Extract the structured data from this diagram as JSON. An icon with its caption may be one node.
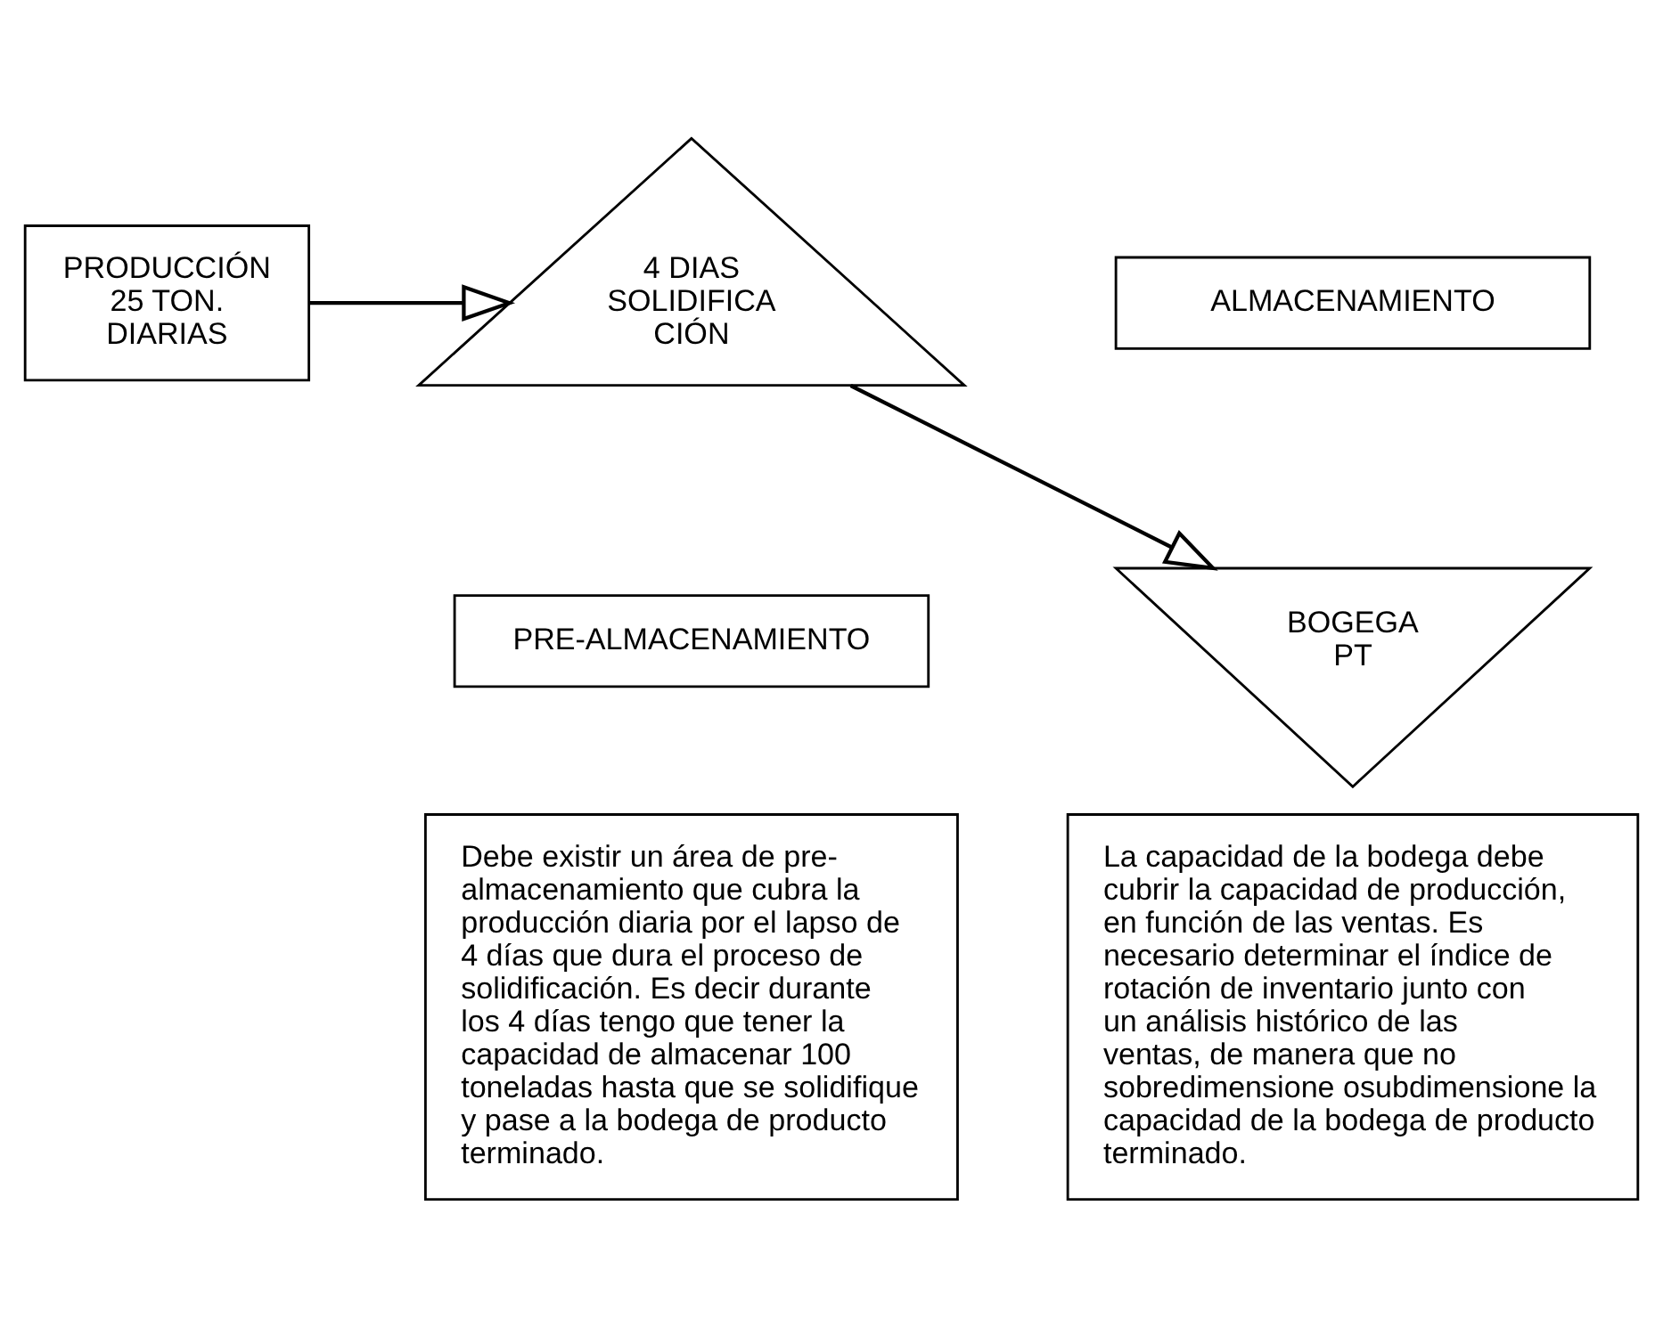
{
  "diagram": {
    "nodes": [
      {
        "text": [
          "PRODUCCIÓN 25 TON. DIARIAS"
        ]
      },
      {
        "text": [
          "4 DIAS SOLIDIFICA CIÓN"
        ]
      },
      {
        "text": [
          "PRE-ALMACENAMIENTO"
        ]
      },
      {
        "text": [
          "Debe existir un área de pre-almacenamiento que cubra la producción diaria por el lapso de 4 días que dura el proceso de solidificación. Es decir durante los 4 días tengo que tener la capacidad de almacenar 100 toneladas hasta que se solidifique y pase a la bodega de producto terminado."
        ]
      },
      {
        "text": [
          "ALMACENAMIENTO"
        ]
      },
      {
        "text": [
          "BOGEGA PT"
        ]
      },
      {
        "text": [
          "La capacidad de la bodega debe cubrir la capacidad de producción, en función de las ventas. Es necesario determinar el índice de rotación de inventario junto con un análisis histórico de las ventas, de manera que no sobredimensione osubdimensione la capacidad de la bodega de producto terminado."
        ]
      }
    ],
    "edges": [
      {
        "from": 0,
        "to": 1,
        "arrow": "to"
      },
      {
        "from": 1,
        "to": 5,
        "arrow": "to"
      }
    ]
  }
}
